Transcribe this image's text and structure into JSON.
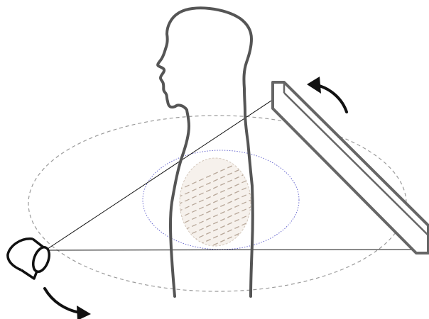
{
  "diagram": {
    "elements": [
      "human-silhouette-profile",
      "x-ray-source",
      "flat-panel-detector",
      "x-ray-beam-fan",
      "outer-rotation-orbit",
      "inner-scan-orbit",
      "chest-organ-region",
      "source-rotation-arrow",
      "detector-rotation-arrow"
    ],
    "colors": {
      "silhouette": "#555555",
      "detector": "#666666",
      "beam": "#111111",
      "outer_orbit": "#9a9a9a",
      "inner_orbit": "#6a6ad0",
      "organ_fill": "#f6f1ec",
      "organ_hatch": "#b8a89a",
      "arrow": "#111111"
    }
  }
}
